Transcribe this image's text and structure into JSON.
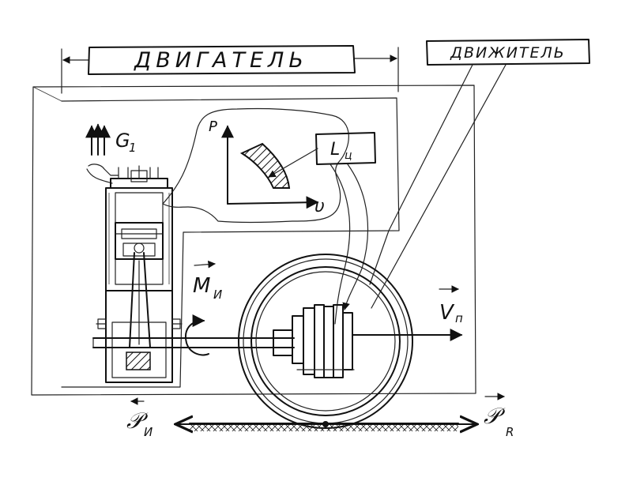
{
  "labels": {
    "engine": "ДВИГАТЕЛЬ",
    "propulsor": "ДВИЖИТЕЛЬ",
    "fuel_flow": "G",
    "fuel_flow_sub": "1",
    "indicator_box": "L",
    "indicator_box_sub": "ц",
    "pv_p_axis": "P",
    "pv_v_axis": "υ",
    "torque": "M",
    "torque_sub": "И",
    "velocity": "V",
    "velocity_sub": "п",
    "force_left": "𝒫",
    "force_left_sub": "И",
    "force_right": "𝒫",
    "force_right_sub": "R"
  }
}
